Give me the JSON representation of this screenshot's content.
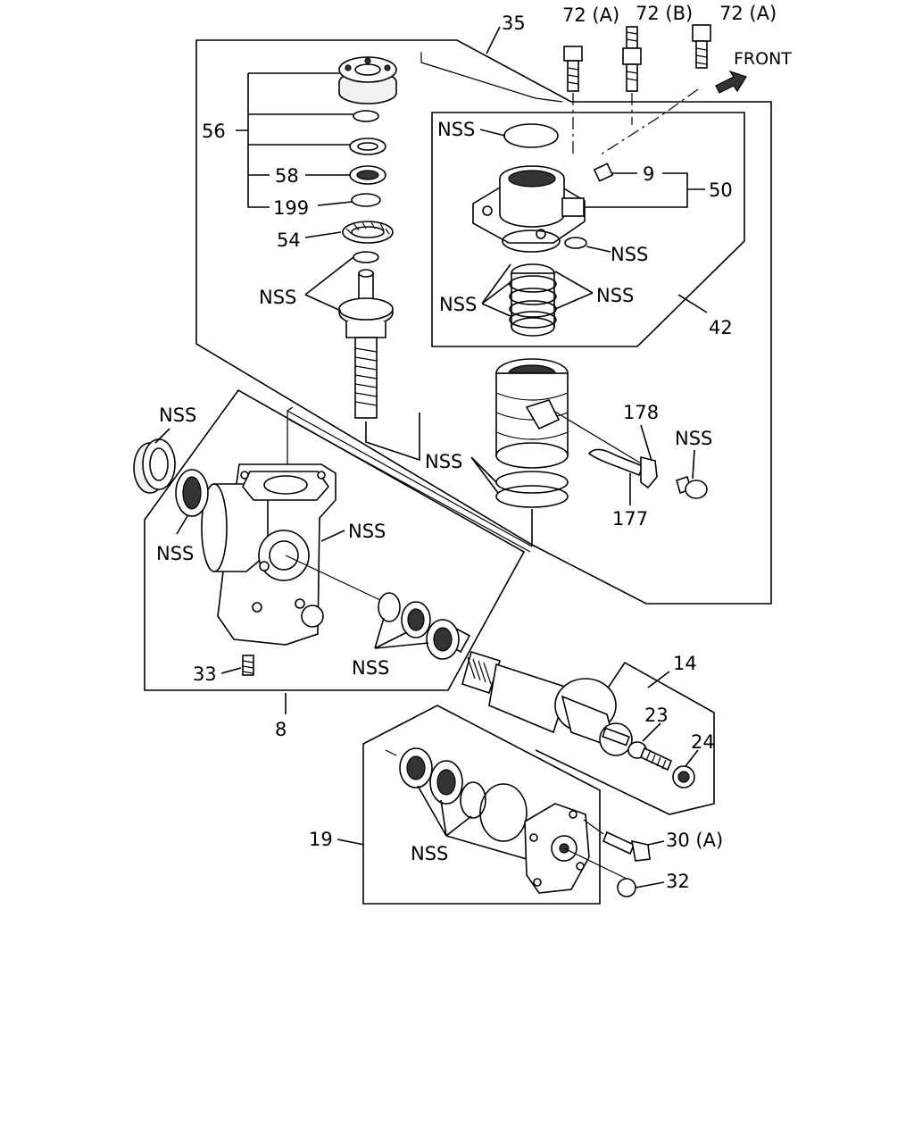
{
  "labels": {
    "l35": "35",
    "l72a_left": "72 (A)",
    "l72b": "72 (B)",
    "l72a_right": "72 (A)",
    "front": "FRONT",
    "l56": "56",
    "l58": "58",
    "l199": "199",
    "l54": "54",
    "nss_shaft": "NSS",
    "nss_seal_top": "NSS",
    "l9": "9",
    "l50": "50",
    "nss_oring": "NSS",
    "nss_rings_left": "NSS",
    "nss_rings_right": "NSS",
    "l42": "42",
    "nss_housing_seal": "NSS",
    "nss_housing_ring": "NSS",
    "nss_housing": "NSS",
    "nss_piston": "NSS",
    "l178": "178",
    "nss_bolt": "NSS",
    "l177": "177",
    "nss_bearings": "NSS",
    "l33": "33",
    "l8": "8",
    "l14": "14",
    "l23": "23",
    "l24": "24",
    "l19": "19",
    "nss_cover": "NSS",
    "l30a": "30 (A)",
    "l32": "32"
  },
  "colors": {
    "line": "#000000",
    "background": "#ffffff"
  }
}
